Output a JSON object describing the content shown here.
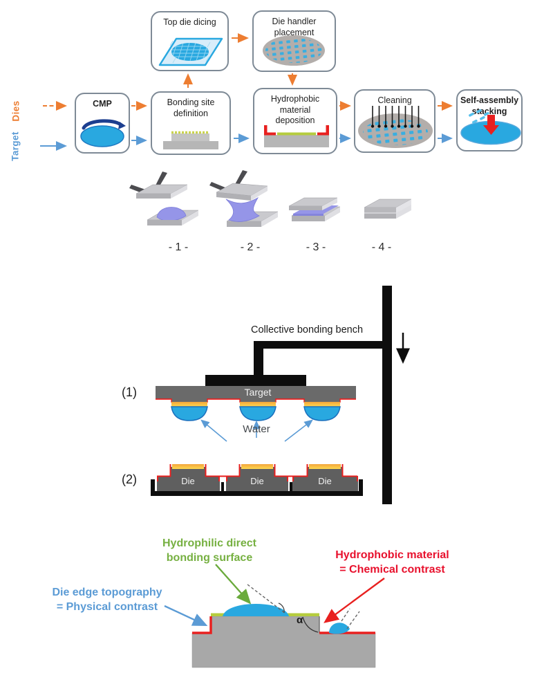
{
  "process_flow": {
    "inputs": [
      {
        "label": "Dies",
        "color": "#ED7D31"
      },
      {
        "label": "Target",
        "color": "#5B9BD5"
      }
    ],
    "boxes": {
      "cmp": {
        "label": "CMP"
      },
      "bonding_site": {
        "label": "Bonding site definition"
      },
      "top_die_dicing": {
        "label": "Top die dicing"
      },
      "die_handler": {
        "label": "Die handler placement"
      },
      "hydrophobic": {
        "label": "Hydrophobic material deposition"
      },
      "cleaning": {
        "label": "Cleaning"
      },
      "self_assembly": {
        "label": "Self-assembly stacking"
      }
    }
  },
  "placement_steps": {
    "labels": [
      "- 1 -",
      "- 2 -",
      "- 3 -",
      "- 4 -"
    ]
  },
  "bonding_bench": {
    "title": "Collective bonding bench",
    "row1_label": "(1)",
    "row2_label": "(2)",
    "target_label": "Target",
    "water_label": "Water",
    "dies": [
      "Die",
      "Die",
      "Die"
    ]
  },
  "contrast_diagram": {
    "hydrophilic": {
      "line1": "Hydrophilic direct",
      "line2": "bonding surface"
    },
    "hydrophobic": {
      "line1": "Hydrophobic material",
      "line2": "= Chemical contrast"
    },
    "topography": {
      "line1": "Die edge topography",
      "line2": "= Physical contrast"
    },
    "angle": "α"
  },
  "colors": {
    "orange": "#ED7D31",
    "flow_blue": "#5B9BD5",
    "wafer_blue": "#29A8E0",
    "red": "#E8201F",
    "green_text": "#76B041",
    "bonding_green": "#B5CC3E",
    "gold": "#F2A53C",
    "die_gray": "#5F5F5F",
    "droplet_purple": "#9595E8"
  }
}
